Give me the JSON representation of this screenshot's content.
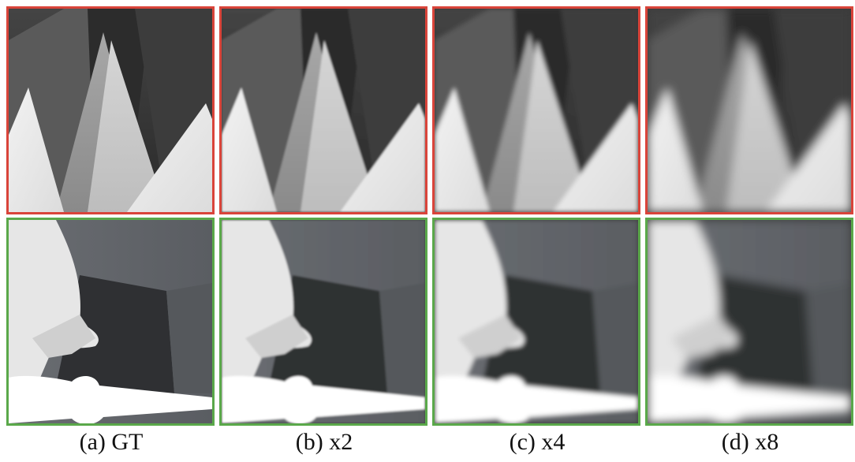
{
  "colors": {
    "top_row_border": "#d9443a",
    "bottom_row_border": "#5aa84a"
  },
  "figure": {
    "captions": [
      "(a) GT",
      "(b) x2",
      "(c) x4",
      "(d) x8"
    ],
    "rows": [
      "top",
      "bottom"
    ]
  }
}
